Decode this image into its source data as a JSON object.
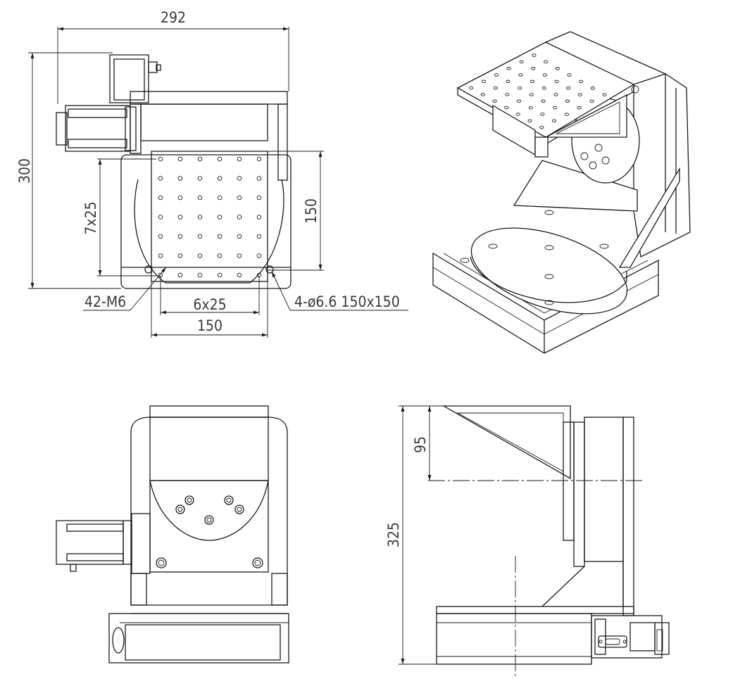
{
  "top_view": {
    "overall_width": "292",
    "overall_height": "300",
    "hole_pitch_y": "7x25",
    "hole_pitch_x": "6x25",
    "plate_height": "150",
    "plate_width": "150",
    "thread_callout": "42-M6",
    "mount_hole_callout": "4-ø6.6 150x150"
  },
  "side_view": {
    "center_height": "95",
    "total_height": "325"
  }
}
